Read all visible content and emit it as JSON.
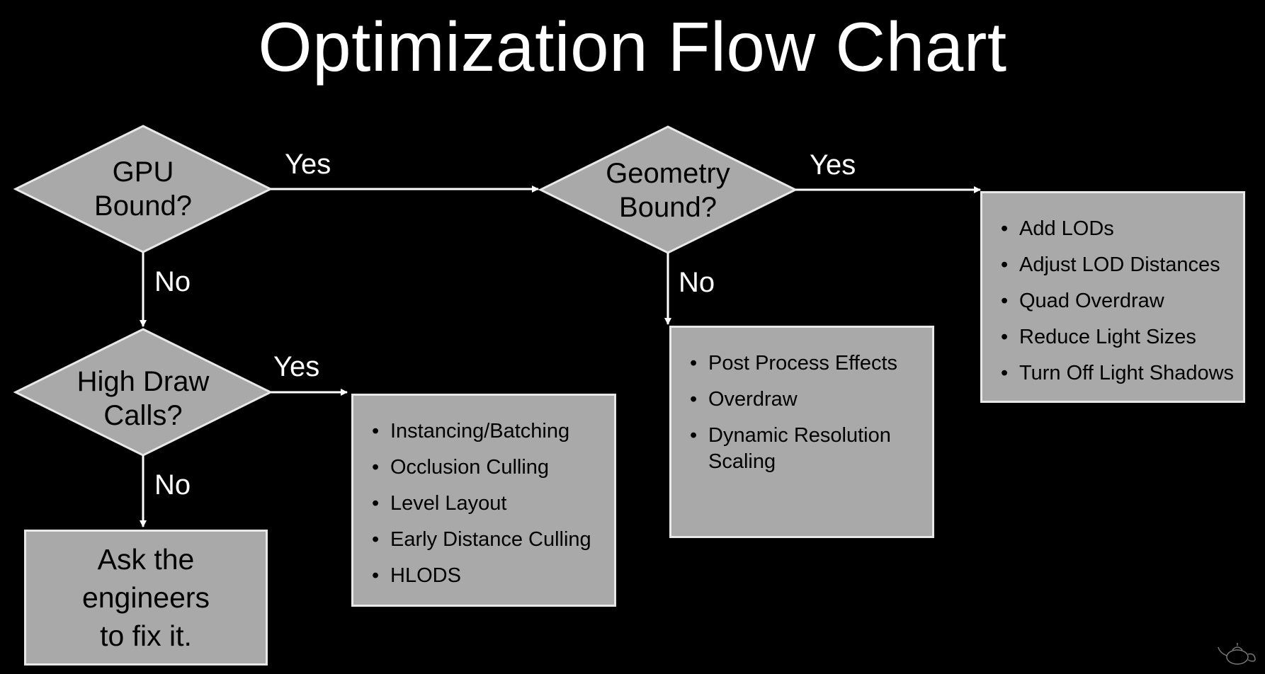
{
  "title": "Optimization Flow Chart",
  "nodes": {
    "gpu_bound": {
      "line1": "GPU",
      "line2": "Bound?"
    },
    "geometry_bound": {
      "line1": "Geometry",
      "line2": "Bound?"
    },
    "high_draw_calls": {
      "line1": "High Draw",
      "line2": "Calls?"
    }
  },
  "edge_labels": {
    "gpu_yes": "Yes",
    "gpu_no": "No",
    "geometry_yes": "Yes",
    "geometry_no": "No",
    "draw_yes": "Yes",
    "draw_no": "No"
  },
  "boxes": {
    "geometry_yes_actions": [
      "Add LODs",
      "Adjust LOD Distances",
      "Quad Overdraw",
      "Reduce Light Sizes",
      "Turn Off Light Shadows"
    ],
    "geometry_no_actions": [
      "Post Process Effects",
      "Overdraw",
      "Dynamic Resolution Scaling"
    ],
    "draw_calls_yes_actions": [
      "Instancing/Batching",
      "Occlusion Culling",
      "Level Layout",
      "Early Distance Culling",
      "HLODS"
    ],
    "final": {
      "line1": "Ask the",
      "line2": "engineers",
      "line3": "to fix it."
    }
  },
  "colors": {
    "background": "#000000",
    "shape_fill": "#a9a9a9",
    "shape_border": "#e8e8e8",
    "connector": "#ffffff",
    "text_light": "#ffffff",
    "text_dark": "#000000"
  },
  "icons": {
    "corner_mark": "teapot-logo-icon"
  }
}
